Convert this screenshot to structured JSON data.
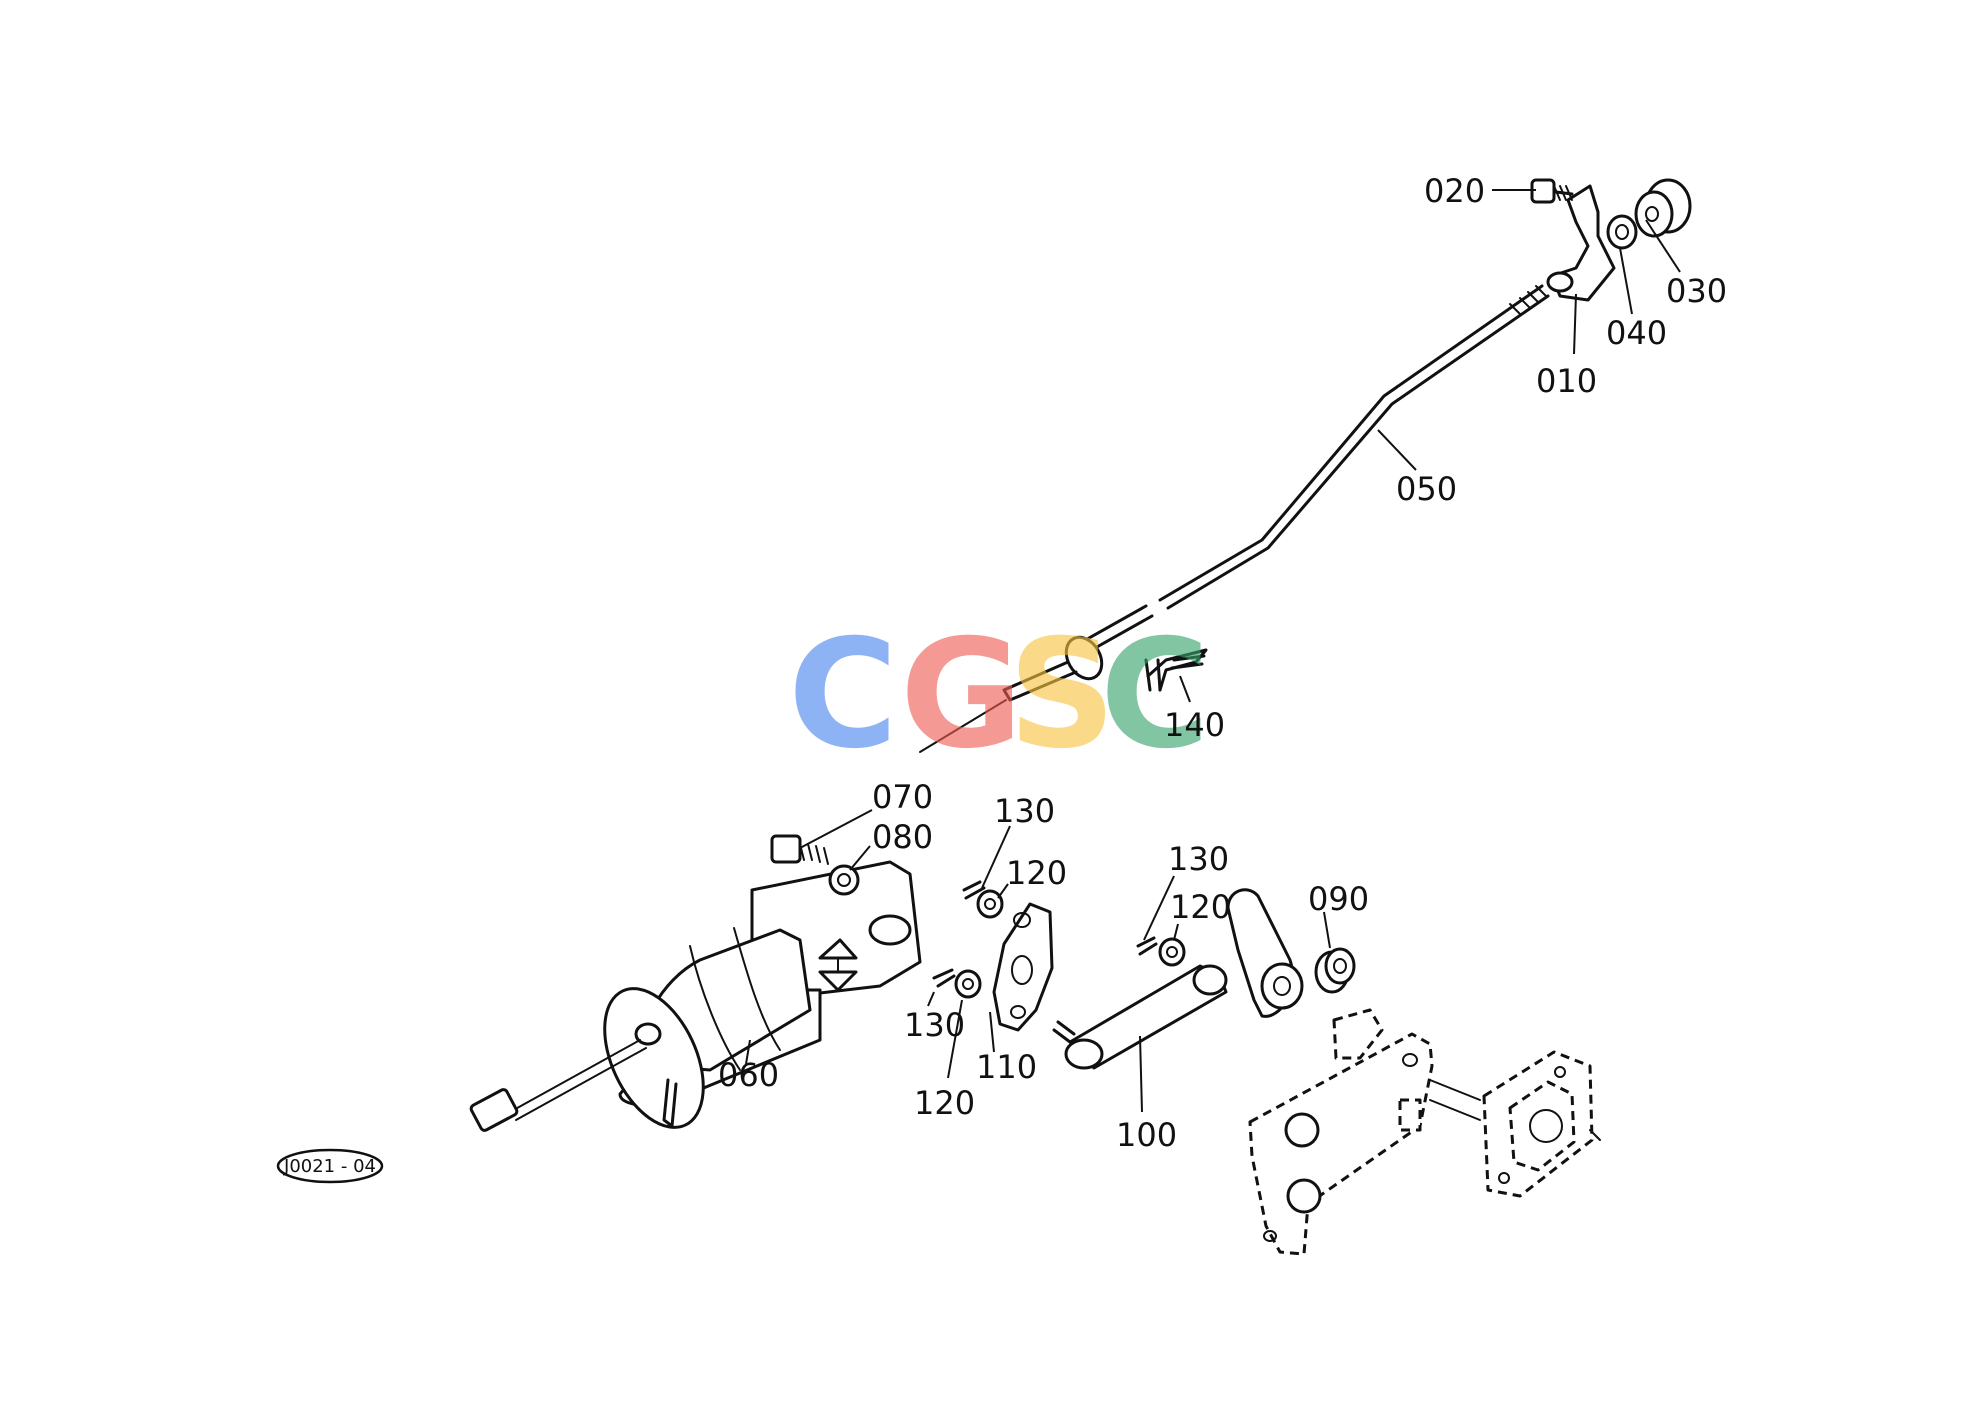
{
  "parts": {
    "p010": "010",
    "p020": "020",
    "p030": "030",
    "p040": "040",
    "p050": "050",
    "p060": "060",
    "p070": "070",
    "p080": "080",
    "p090": "090",
    "p100": "100",
    "p110": "110",
    "p120a": "120",
    "p120b": "120",
    "p120c": "120",
    "p130a": "130",
    "p130b": "130",
    "p130c": "130",
    "p140": "140"
  },
  "figure_ref": "J0021 - 04",
  "watermark": {
    "letters": [
      "C",
      "G",
      "S",
      "C"
    ],
    "colors": [
      "#4a86f0",
      "#ee5b52",
      "#f7c440",
      "#37a36a"
    ]
  }
}
